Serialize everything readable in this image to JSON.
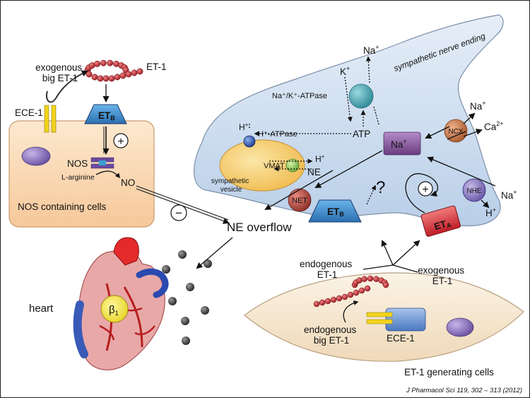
{
  "labels": {
    "exogenous_big_et1": [
      "exogenous",
      "big ET-1"
    ],
    "et1_top": "ET-1",
    "ece1_left": "ECE-1",
    "etb_left": "ET",
    "etb_left_sub": "B",
    "plus_left": "+",
    "nos": "NOS",
    "l_arginine": "L-arginine",
    "no": "NO",
    "nos_cells": "NOS containing cells",
    "minus": "−",
    "ne_overflow": "NE overflow",
    "heart": "heart",
    "beta1": "β",
    "beta1_sub": "1",
    "sympathetic_nerve_ending": "sympathetic nerve ending",
    "na_top": "Na",
    "k_plus": "K",
    "na_k_atpase": "Na⁺/K⁺-ATPase",
    "h_plus_top": "H",
    "h_atpase": "H⁺-ATPase",
    "atp": "ATP",
    "vmat": "VMAT",
    "h_plus_vmat": "H",
    "ne_inside": "NE",
    "sympathetic_vesicle": [
      "sympathetic",
      "vesicle"
    ],
    "net": "NET",
    "na_center": "Na",
    "ncx": "NCX",
    "na_ncx": "Na",
    "ca_ncx": "Ca",
    "ca_sup": "2+",
    "question": "?",
    "plus_right": "+",
    "nhe": "NHE",
    "na_nhe": "Na",
    "h_nhe": "H",
    "eta": "ET",
    "eta_sub": "A",
    "etb_right": "ET",
    "etb_right_sub": "B",
    "endogenous_et1": [
      "endogenous",
      "ET-1"
    ],
    "exogenous_et1": [
      "exogenous",
      "ET-1"
    ],
    "endogenous_big_et1": [
      "endogenous",
      "big ET-1"
    ],
    "ece1_right": "ECE-1",
    "et1_generating_cells": "ET-1 generating cells",
    "citation": "J Pharmacol Sci 119, 302 – 313 (2012)",
    "plus_sign": "+"
  },
  "colors": {
    "nerve": "#cfe0f4",
    "nos_cell": "#fbdcb8",
    "et1_cell": "#f8ebd6",
    "vesicle": "#f6d27a",
    "bead": "#c8343c",
    "etb": "#3f8fcf",
    "eta": "#e0363c",
    "na_box": "#7a4c8c",
    "net": "#b9504a",
    "ncx": "#c87a4a",
    "nhe": "#8a82c4",
    "atpase": "#4aa8b8"
  }
}
